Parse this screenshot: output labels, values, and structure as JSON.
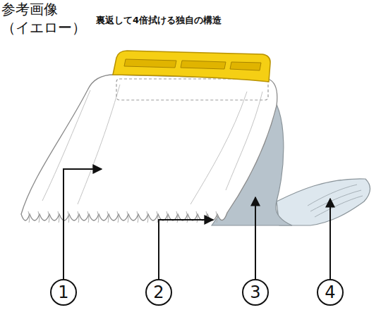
{
  "diagram": {
    "title": "裏返して4倍拭ける独自の構造",
    "nodes": [
      {
        "text": [
          "1"
        ]
      },
      {
        "text": [
          "2"
        ]
      },
      {
        "text": [
          "3"
        ]
      },
      {
        "text": [
          "4"
        ]
      }
    ],
    "labels": [
      "参考画像",
      "（イエロー）"
    ]
  }
}
